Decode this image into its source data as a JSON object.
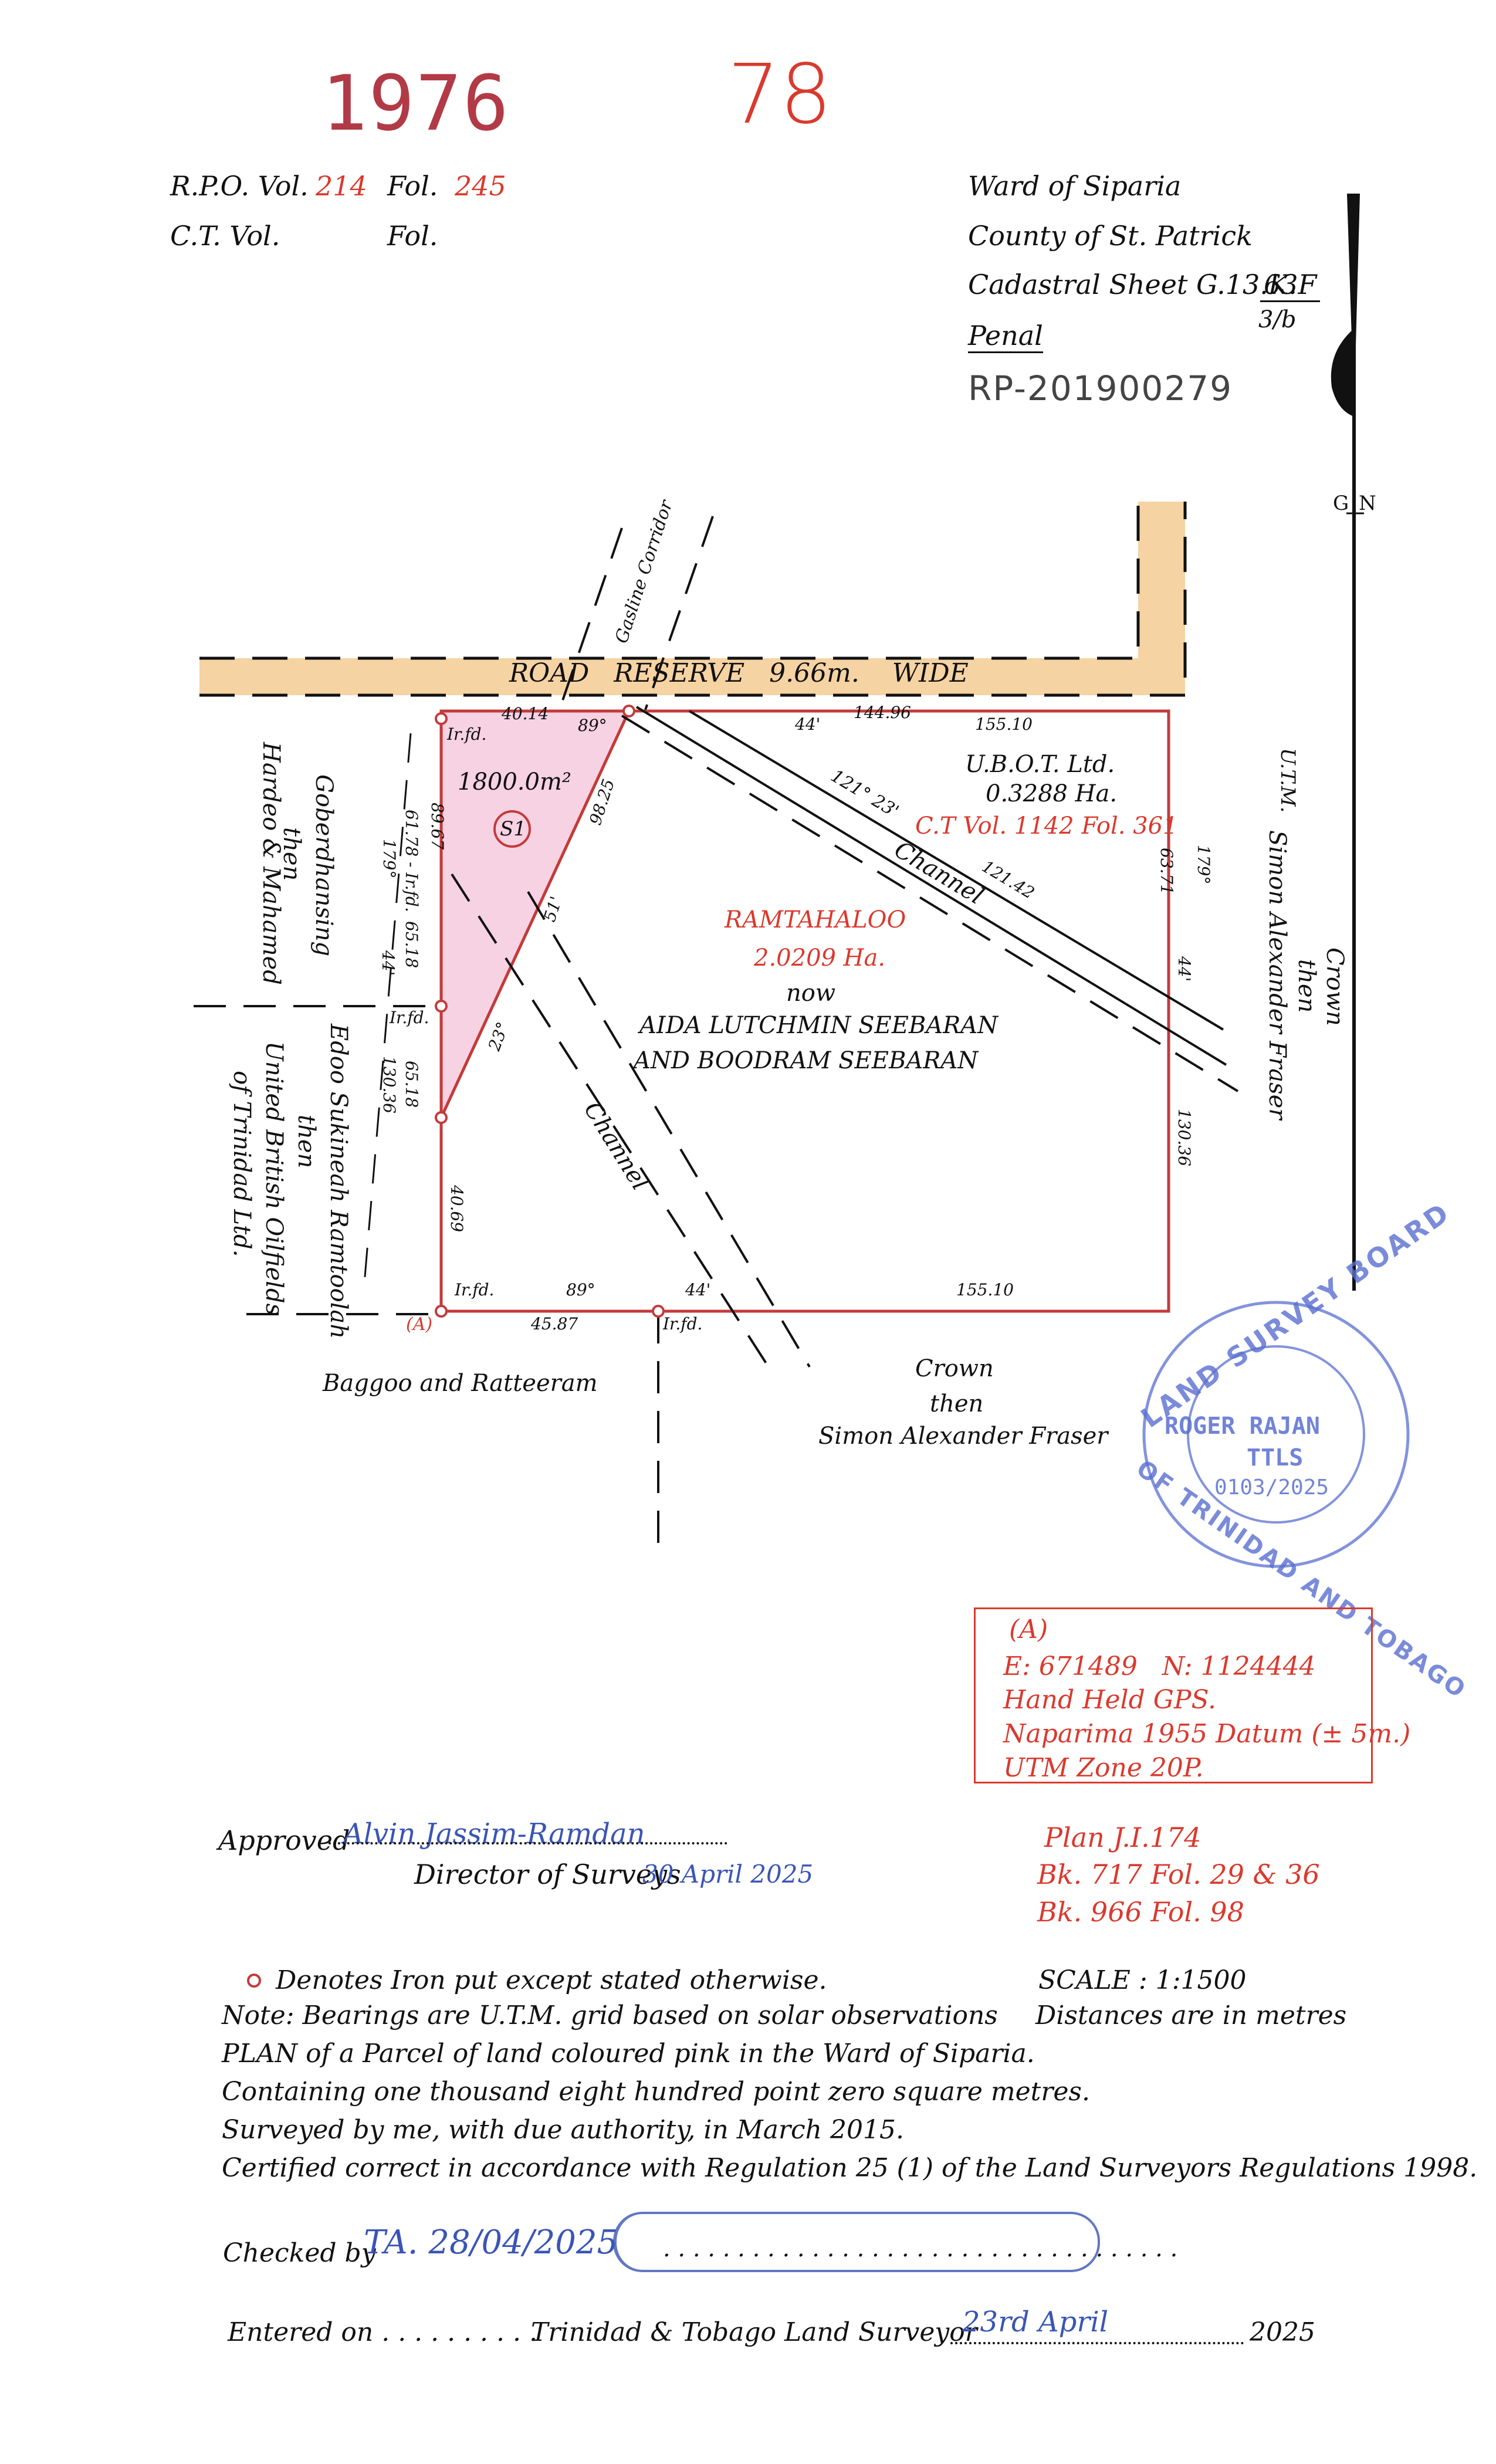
{
  "header": {
    "stamp_number": "1976",
    "stamp_suffix": "78",
    "rpo_label": "R.P.O. Vol.",
    "rpo_vol": "214",
    "fol_label": "Fol.",
    "rpo_fol": "245",
    "ct_label": "C.T. Vol.",
    "ct_fol_label": "Fol."
  },
  "location": {
    "ward": "Ward of Siparia",
    "county": "County of St. Patrick",
    "cadastral": "Cadastral Sheet G.13.K.",
    "cadastral_num": "63F",
    "cadastral_den": "3/b",
    "district": "Penal",
    "rp_number": "RP-201900279"
  },
  "north": {
    "gn": "G",
    "n": "N",
    "utm": "U.T.M."
  },
  "plan": {
    "road_reserve": "ROAD   RESERVE   9.66m.    WIDE",
    "gasline": "Gasline Corridor",
    "area_label": "1800.0m²",
    "parcel_id": "S1",
    "ubot_name": "U.B.O.T. Ltd.",
    "ubot_area": "0.3288 Ha.",
    "ubot_ct": "C.T Vol. 1142  Fol. 361",
    "ramtahaloo": "RAMTAHALOO",
    "ramtahaloo_area": "2.0209 Ha.",
    "now": "now",
    "owners_1": "AIDA LUTCHMIN SEEBARAN",
    "owners_2": "AND BOODRAM SEEBARAN",
    "channel": "Channel",
    "irfd": "Ir.fd.",
    "point_a": "(A)",
    "neighbour_west_1": "Goberdhansing",
    "neighbour_west_2": "then",
    "neighbour_west_3": "Hardeo & Mahamed",
    "neighbour_sw_1": "Edoo Sukineah Ramtoolah",
    "neighbour_sw_2": "then",
    "neighbour_sw_3": "United British Oilfields",
    "neighbour_sw_4": "of Trinidad Ltd.",
    "neighbour_south": "Baggoo and Ratteeram",
    "crown_1": "Crown",
    "crown_2": "then",
    "crown_3": "Simon Alexander Fraser",
    "east_crown_1": "Crown",
    "east_crown_2": "then",
    "east_crown_3": "Simon Alexander Fraser",
    "dims": {
      "top_4014": "40.14",
      "top_89": "89°",
      "top_44": "44'",
      "top_14496": "144.96",
      "top_15510": "155.10",
      "diag_9825": "98.25",
      "diag_51": "51'",
      "angle_23": "23°",
      "bearing_121": "121° 23'",
      "len_12142": "121.42",
      "left_8967": "89.67",
      "left_6178": "61.78 - Ir.fd.",
      "left_179": "179°",
      "left_6518a": "65.18",
      "left_44": "44'",
      "left_6518b": "65.18",
      "left_13036": "130.36",
      "left_4069": "40.69",
      "right_6371": "63.71",
      "right_179": "179°",
      "right_44": "44'",
      "right_13036": "130.36",
      "bot_89": "89°",
      "bot_44": "44'",
      "bot_4587": "45.87",
      "bot_15510": "155.10"
    }
  },
  "stamp": {
    "ring_top": "LAND SURVEY BOARD",
    "ring_bottom": "OF TRINIDAD AND TOBAGO",
    "name": "ROGER RAJAN",
    "title": "TTLS",
    "number": "0103/2025"
  },
  "coordinates": {
    "point": "(A)",
    "en": "E: 671489   N: 1124444",
    "gps": "Hand Held GPS.",
    "datum": "Naparima 1955 Datum (± 5m.)",
    "zone": "UTM Zone 20P."
  },
  "approval": {
    "approved_label": "Approved",
    "director": "Director of Surveys",
    "approved_sig": "Alvin Jassim-Ramdan",
    "approved_date": "30 April 2025"
  },
  "references": {
    "plan": "Plan J.I.174",
    "bk1": "Bk. 717 Fol. 29 & 36",
    "bk2": "Bk. 966 Fol. 98"
  },
  "notes": {
    "iron": "Denotes Iron put except stated otherwise.",
    "bearings": "Note: Bearings are U.T.M. grid based on solar observations",
    "plan_of": "PLAN of a Parcel of land coloured pink in the Ward of Siparia.",
    "containing": "Containing one thousand eight hundred point zero square metres.",
    "surveyed": "Surveyed by me, with due authority, in March 2015.",
    "certified": "Certified correct in accordance with Regulation 25 (1) of the Land Surveyors Regulations 1998.",
    "scale": "SCALE : 1:1500",
    "distances": "Distances are in metres"
  },
  "signoff": {
    "checked_label": "Checked by",
    "checked_initials": "TA. 28/04/2025",
    "entered_label": "Entered on . . . . . . . . . .",
    "surveyor_label": "Trinidad & Tobago  Land Surveyor",
    "surveyor_date": "23rd April",
    "year": "2025",
    "dots": ". . . . . . . . . . . . . . . . . . . . . . . . . . . . . . . . . . ."
  },
  "colors": {
    "pink_parcel": "#f6d2e3",
    "road_fill": "#f6d3a3",
    "red_text": "#d93a2e",
    "stamp_blue": "#5a6fd0",
    "ink_blue": "#3a55b5"
  }
}
